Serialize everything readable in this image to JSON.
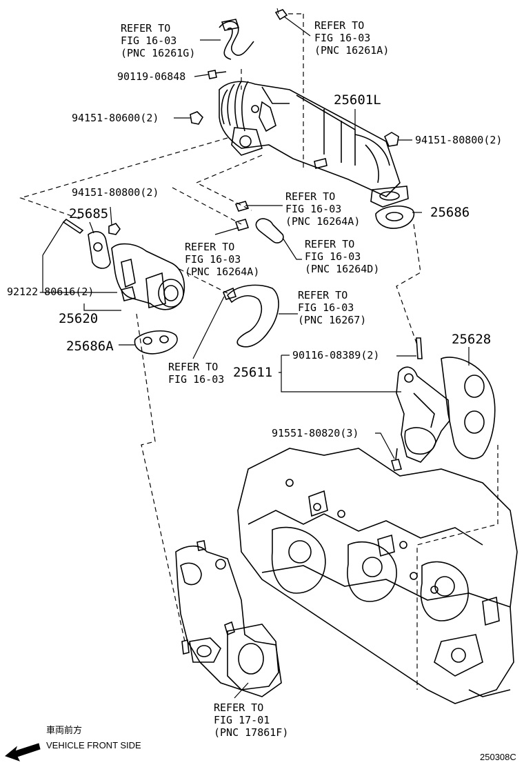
{
  "callouts": {
    "ref_16261g": [
      "REFER TO",
      "FIG 16-03",
      "(PNC 16261G)"
    ],
    "ref_16261a": [
      "REFER TO",
      "FIG 16-03",
      "(PNC 16261A)"
    ],
    "ref_16264a_top": [
      "REFER TO",
      "FIG 16-03",
      "(PNC 16264A)"
    ],
    "ref_16264a_left": [
      "REFER TO",
      "FIG 16-03",
      "(PNC 16264A)"
    ],
    "ref_16264d": [
      "REFER TO",
      "FIG 16-03",
      "(PNC 16264D)"
    ],
    "ref_16267": [
      "REFER TO",
      "FIG 16-03",
      "(PNC 16267)"
    ],
    "ref_fig1603_plain": [
      "REFER TO",
      "FIG 16-03"
    ],
    "ref_17861f": [
      "REFER TO",
      "FIG 17-01",
      "(PNC 17861F)"
    ]
  },
  "parts": {
    "p90119": "90119-06848",
    "p94151_80600": "94151-80600(2)",
    "p25601l": "25601L",
    "p94151_80800_right": "94151-80800(2)",
    "p94151_80800_left": "94151-80800(2)",
    "p25685": "25685",
    "p25686": "25686",
    "p92122": "92122-80616(2)",
    "p25620": "25620",
    "p25686a": "25686A",
    "p25611": "25611",
    "p90116": "90116-08389(2)",
    "p25628": "25628",
    "p91551": "91551-80820(3)"
  },
  "footer": {
    "jp_label": "車両前方",
    "front_label": "VEHICLE FRONT SIDE",
    "diagram_code": "250308C"
  }
}
